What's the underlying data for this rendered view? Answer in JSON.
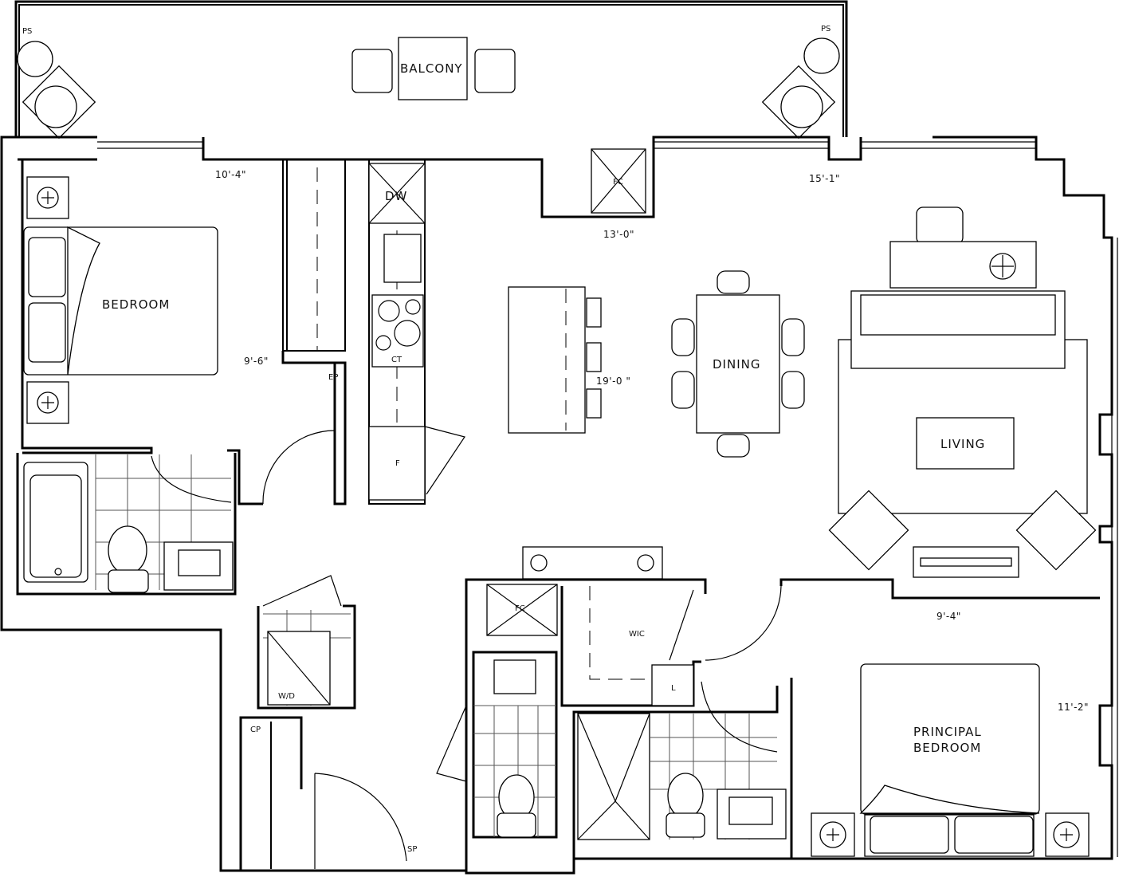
{
  "title": "Floor plan",
  "rooms": {
    "balcony": "BALCONY",
    "bedroom": "BEDROOM",
    "dining": "DINING",
    "living": "LIVING",
    "principal_line1": "PRINCIPAL",
    "principal_line2": "BEDROOM"
  },
  "tags": {
    "ps_left": "PS",
    "ps_right": "PS",
    "dw": "DW",
    "fc_top": "FC",
    "ct": "CT",
    "ep": "EP",
    "f": "F",
    "fc_bath": "FC",
    "wic": "WIC",
    "l": "L",
    "wd": "W/D",
    "cp": "CP",
    "sp": "SP"
  },
  "dimensions": {
    "bedroom_width": "10'-4\"",
    "bedroom_depth": "9'-6\"",
    "kitchen": "13'-0\"",
    "living_width": "15'-1\"",
    "dining": "19'-0 \"",
    "principal_width": "9'-4\"",
    "principal_depth": "11'-2\""
  }
}
